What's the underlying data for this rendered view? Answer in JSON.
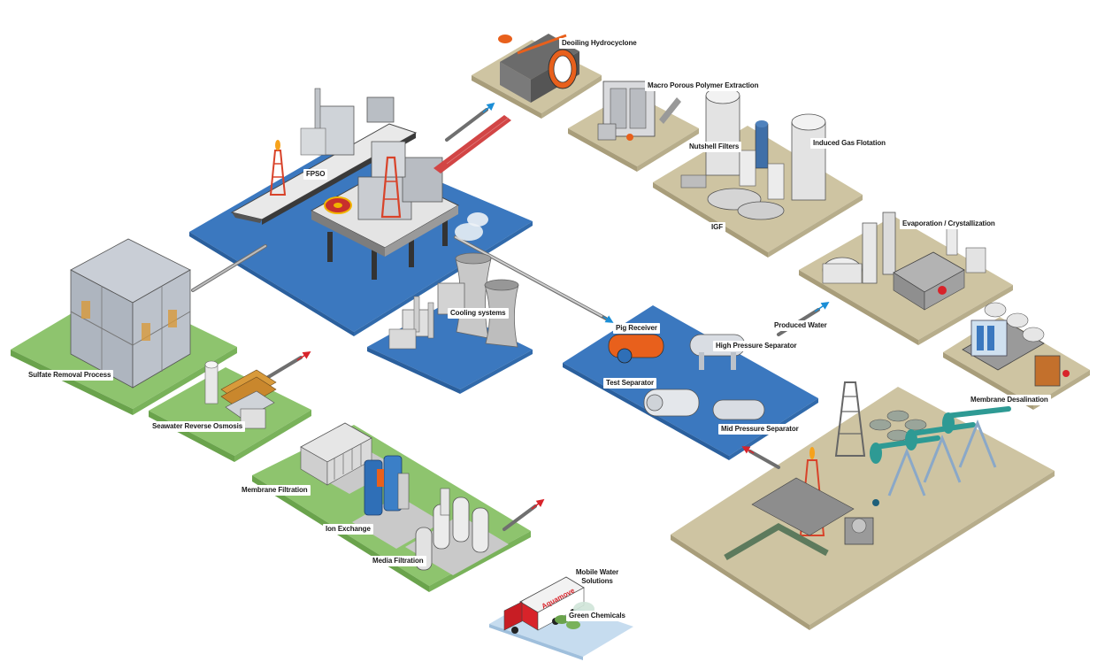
{
  "labels": {
    "deoiling_hydrocyclone": "Deoiling Hydrocyclone",
    "macro_porous": "Macro Porous Polymer Extraction",
    "nutshell_filters": "Nutshell Filters",
    "induced_gas_flotation": "Induced Gas Flotation",
    "igf": "IGF",
    "fpso": "FPSO",
    "evaporation": "Evaporation / Crystallization",
    "cooling_systems": "Cooling systems",
    "produced_water": "Produced Water",
    "pig_receiver": "Pig Receiver",
    "high_pressure_separator": "High Pressure Separator",
    "test_separator": "Test Separator",
    "mid_pressure_separator": "Mid Pressure Separator",
    "membrane_desalination": "Membrane Desalination",
    "sulfate_removal": "Sulfate Removal Process",
    "seawater_ro": "Seawater Reverse Osmosis",
    "membrane_filtration": "Membrane Filtration",
    "ion_exchange": "Ion Exchange",
    "media_filtration": "Media Filtration",
    "mobile_water_line1": "Mobile Water",
    "mobile_water_line2": "Solutions",
    "green_chemicals": "Green Chemicals",
    "truck_brand": "Aquamove"
  },
  "colors": {
    "sea": "#3b78bf",
    "land_green": "#8ec46e",
    "land_tan": "#cec4a2",
    "arrow_red": "#d8232a",
    "arrow_blue": "#1b8ed6",
    "accent_orange": "#e8601c",
    "pump_teal": "#2e9a94"
  }
}
